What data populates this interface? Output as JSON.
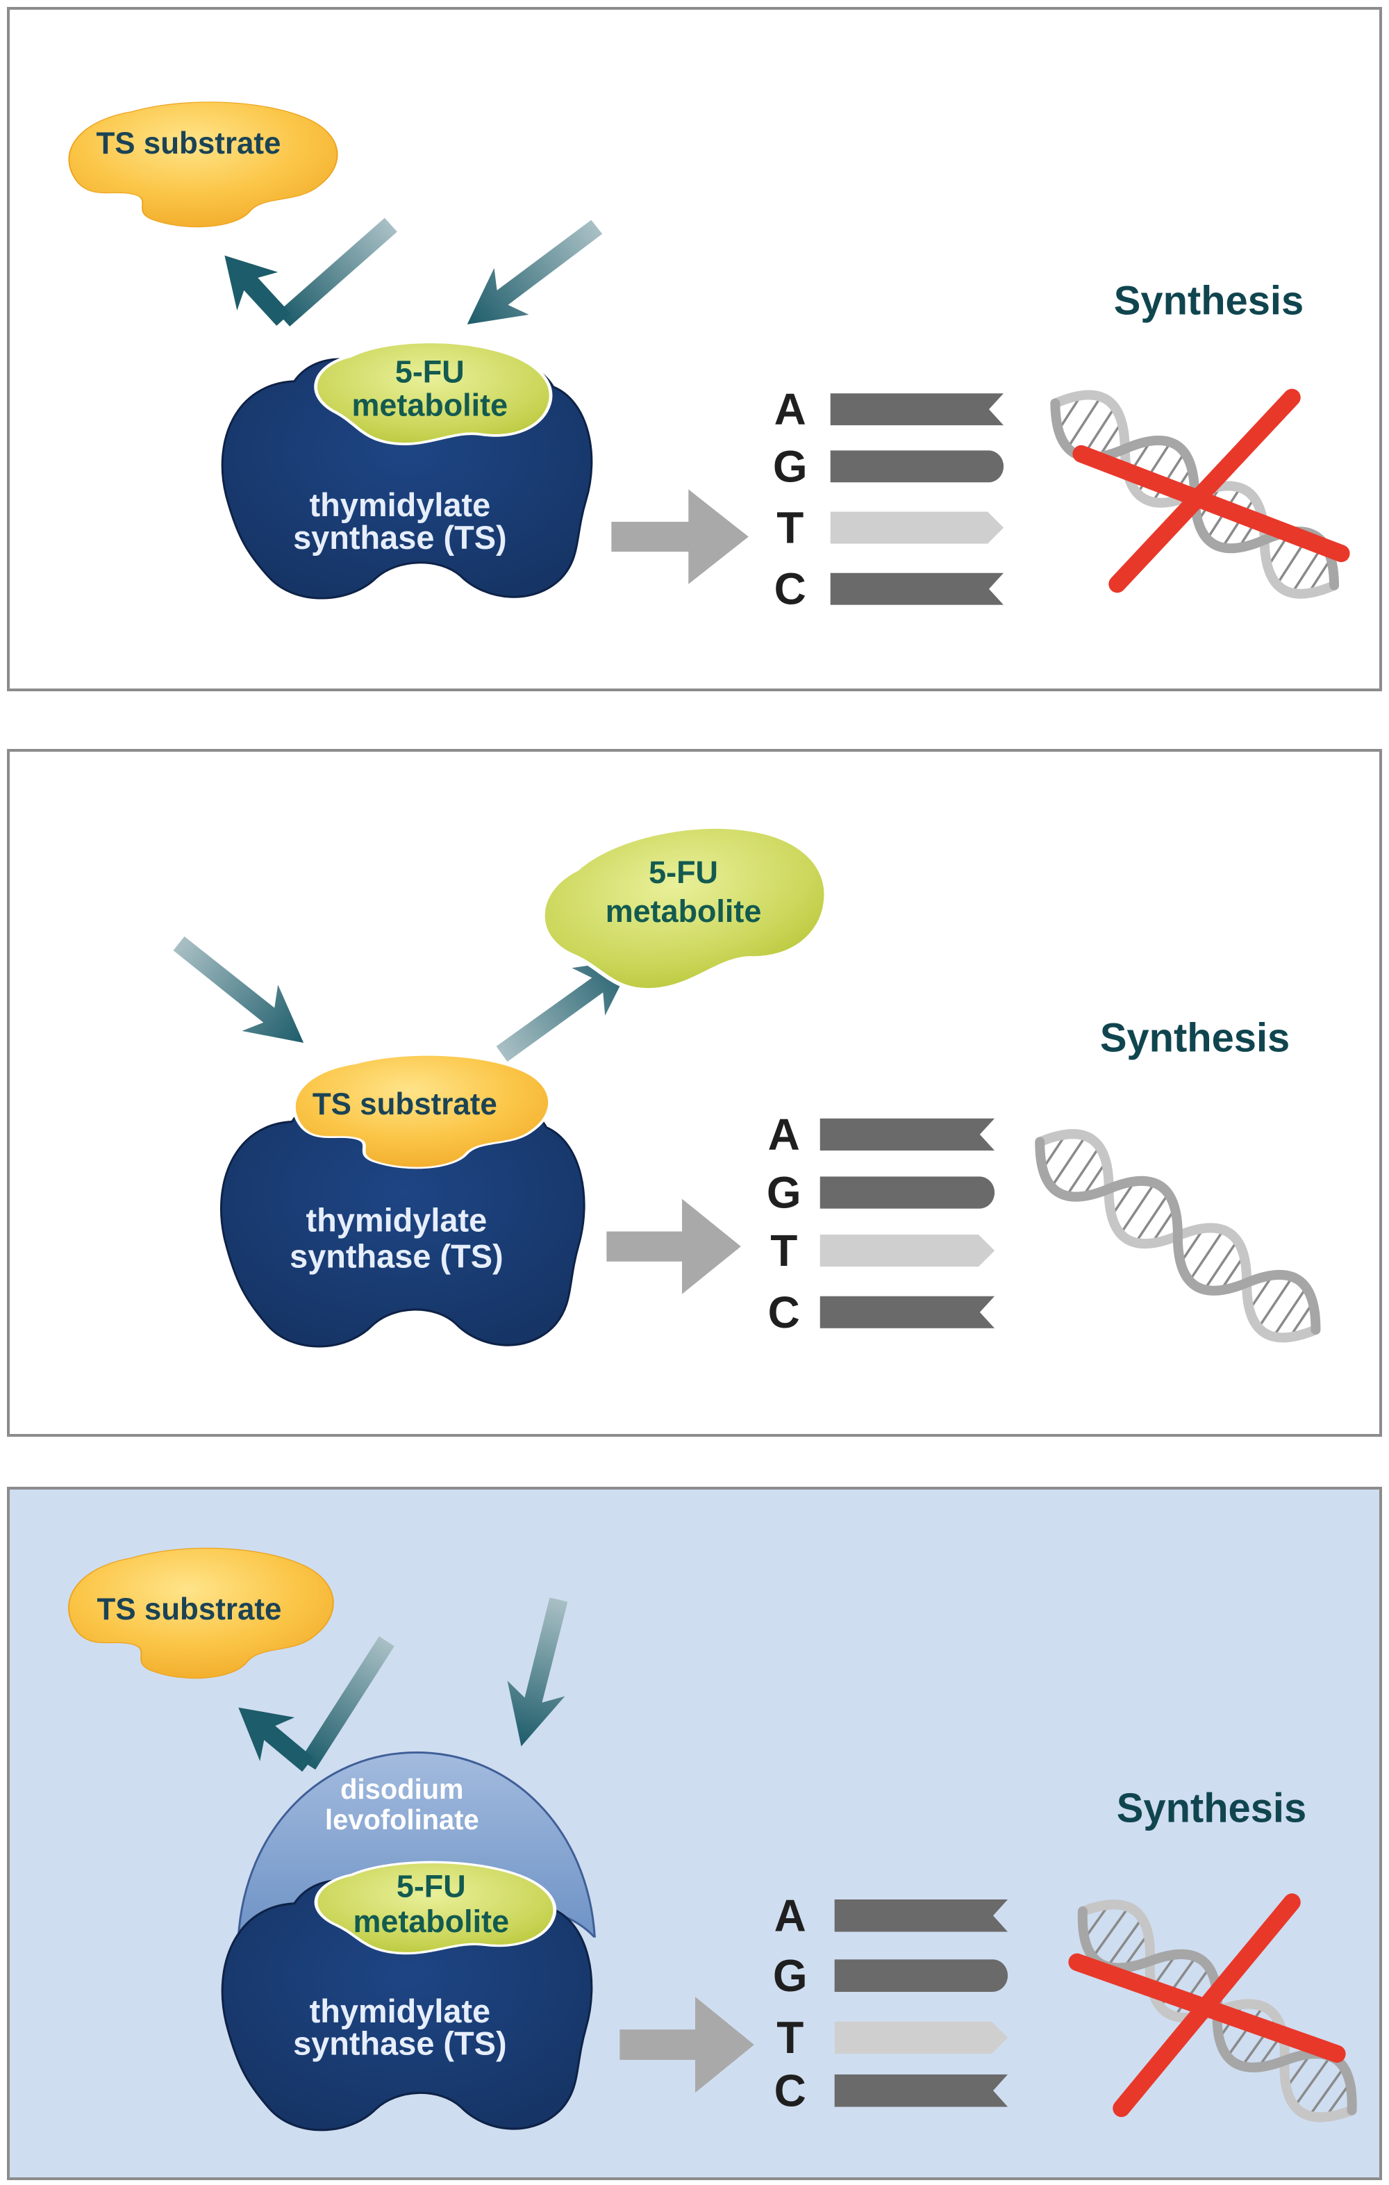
{
  "colors": {
    "enzyme_navy": "#17396e",
    "metabolite_green": "#bfcc3f",
    "substrate_yellow": "#f8bb35",
    "cap_blue": "#7fa0d0",
    "arrow_teal": "#1d5c6a",
    "synthesis_text": "#10454f",
    "blocked_cross_red": "#e8382a",
    "panel3_background": "#cfddf0",
    "dna_bar_dark": "#6a6a6a",
    "dna_bar_light": "#cfcfcf"
  },
  "dna": {
    "letters": [
      "A",
      "G",
      "T",
      "C"
    ]
  },
  "panels": [
    {
      "substrate_label": "TS substrate",
      "metabolite_label": [
        "5-FU",
        "metabolite"
      ],
      "enzyme_label": [
        "thymidylate",
        "synthase (TS)"
      ],
      "synthesis_label": "Synthesis",
      "synthesis_blocked": true
    },
    {
      "substrate_label": "TS substrate",
      "metabolite_label": [
        "5-FU",
        "metabolite"
      ],
      "enzyme_label": [
        "thymidylate",
        "synthase (TS)"
      ],
      "synthesis_label": "Synthesis",
      "synthesis_blocked": false
    },
    {
      "substrate_label": "TS substrate",
      "cap_label": [
        "disodium",
        "levofolinate"
      ],
      "metabolite_label": [
        "5-FU",
        "metabolite"
      ],
      "enzyme_label": [
        "thymidylate",
        "synthase (TS)"
      ],
      "synthesis_label": "Synthesis",
      "synthesis_blocked": true
    }
  ]
}
